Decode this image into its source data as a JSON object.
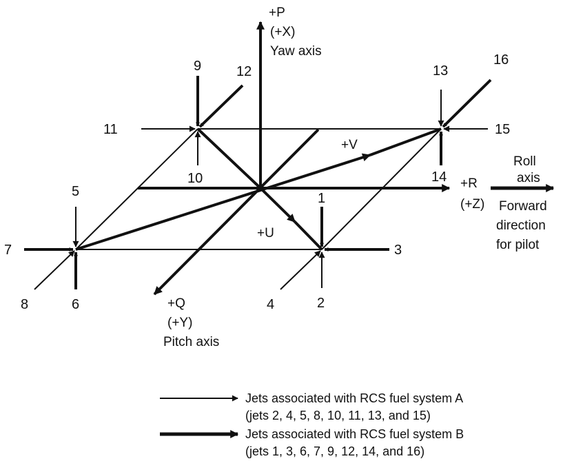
{
  "axes": {
    "p_label": "+P",
    "x_label": "(+X)",
    "yaw_label": "Yaw axis",
    "r_label": "+R",
    "z_label": "(+Z)",
    "roll_label_1": "Roll",
    "roll_label_2": "axis",
    "forward_1": "Forward",
    "forward_2": "direction",
    "forward_3": "for pilot",
    "q_label": "+Q",
    "y_label": "(+Y)",
    "pitch_label": "Pitch axis",
    "v_label": "+V",
    "u_label": "+U"
  },
  "jets": {
    "j1": "1",
    "j2": "2",
    "j3": "3",
    "j4": "4",
    "j5": "5",
    "j6": "6",
    "j7": "7",
    "j8": "8",
    "j9": "9",
    "j10": "10",
    "j11": "11",
    "j12": "12",
    "j13": "13",
    "j14": "14",
    "j15": "15",
    "j16": "16"
  },
  "legend": {
    "system_a_line1": "Jets associated with RCS fuel system A",
    "system_a_line2": "(jets 2, 4, 5, 8, 10, 11, 13, and 15)",
    "system_b_line1": "Jets associated with RCS fuel system B",
    "system_b_line2": "(jets 1, 3, 6, 7, 9, 12, 14, and 16)"
  },
  "colors": {
    "ink": "#111111",
    "background": "#ffffff"
  }
}
